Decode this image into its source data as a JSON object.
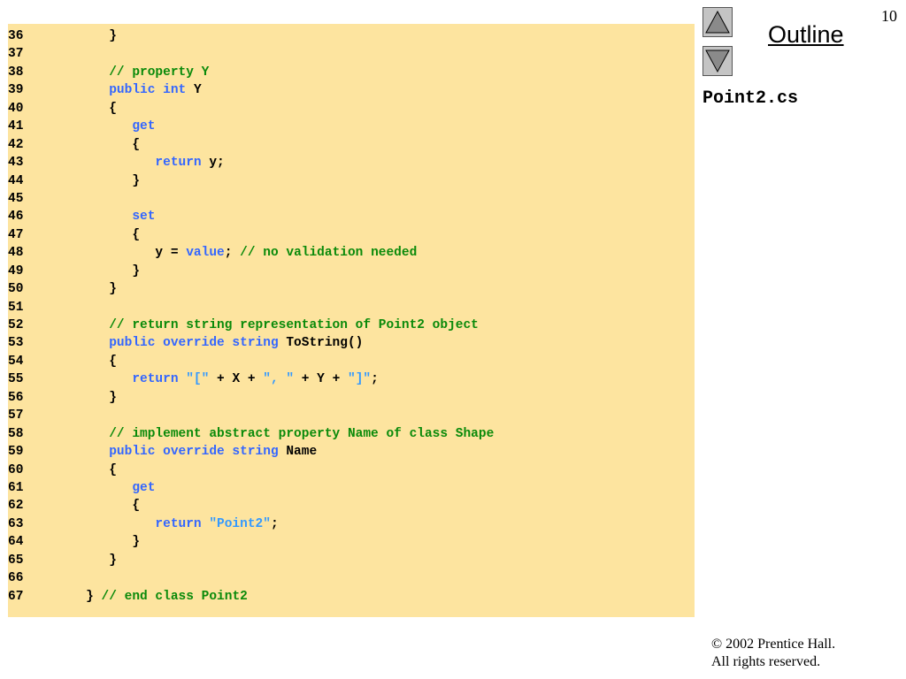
{
  "slide": {
    "number": "10",
    "outline_label": "Outline",
    "file_name": "Point2.cs",
    "copyright_line1": "© 2002 Prentice Hall.",
    "copyright_line2": "All rights reserved.",
    "nav": {
      "prev_icon": "triangle-up-icon",
      "next_icon": "triangle-down-icon"
    }
  },
  "colors": {
    "code_background": "#fde49f",
    "keyword": "#3366ff",
    "comment": "#0a8a0a",
    "string": "#3399ff",
    "text": "#000000"
  },
  "code": [
    {
      "n": "36",
      "t": [
        {
          "c": "tx",
          "v": "      }"
        }
      ]
    },
    {
      "n": "37",
      "t": []
    },
    {
      "n": "38",
      "t": [
        {
          "c": "cm",
          "v": "      // property Y"
        }
      ]
    },
    {
      "n": "39",
      "t": [
        {
          "c": "kw",
          "v": "      public int "
        },
        {
          "c": "tx",
          "v": "Y"
        }
      ]
    },
    {
      "n": "40",
      "t": [
        {
          "c": "tx",
          "v": "      {"
        }
      ]
    },
    {
      "n": "41",
      "t": [
        {
          "c": "kw",
          "v": "         get"
        }
      ]
    },
    {
      "n": "42",
      "t": [
        {
          "c": "tx",
          "v": "         {"
        }
      ]
    },
    {
      "n": "43",
      "t": [
        {
          "c": "kw",
          "v": "            return "
        },
        {
          "c": "tx",
          "v": "y;"
        }
      ]
    },
    {
      "n": "44",
      "t": [
        {
          "c": "tx",
          "v": "         }"
        }
      ]
    },
    {
      "n": "45",
      "t": []
    },
    {
      "n": "46",
      "t": [
        {
          "c": "kw",
          "v": "         set"
        }
      ]
    },
    {
      "n": "47",
      "t": [
        {
          "c": "tx",
          "v": "         {"
        }
      ]
    },
    {
      "n": "48",
      "t": [
        {
          "c": "tx",
          "v": "            y = "
        },
        {
          "c": "kw",
          "v": "value"
        },
        {
          "c": "tx",
          "v": "; "
        },
        {
          "c": "cm",
          "v": "// no validation needed"
        }
      ]
    },
    {
      "n": "49",
      "t": [
        {
          "c": "tx",
          "v": "         }"
        }
      ]
    },
    {
      "n": "50",
      "t": [
        {
          "c": "tx",
          "v": "      }"
        }
      ]
    },
    {
      "n": "51",
      "t": []
    },
    {
      "n": "52",
      "t": [
        {
          "c": "cm",
          "v": "      // return string representation of Point2 object"
        }
      ]
    },
    {
      "n": "53",
      "t": [
        {
          "c": "kw",
          "v": "      public override string "
        },
        {
          "c": "tx",
          "v": "ToString()"
        }
      ]
    },
    {
      "n": "54",
      "t": [
        {
          "c": "tx",
          "v": "      {"
        }
      ]
    },
    {
      "n": "55",
      "t": [
        {
          "c": "kw",
          "v": "         return "
        },
        {
          "c": "st",
          "v": "\"[\""
        },
        {
          "c": "tx",
          "v": " + X + "
        },
        {
          "c": "st",
          "v": "\", \""
        },
        {
          "c": "tx",
          "v": " + Y + "
        },
        {
          "c": "st",
          "v": "\"]\""
        },
        {
          "c": "tx",
          "v": ";"
        }
      ]
    },
    {
      "n": "56",
      "t": [
        {
          "c": "tx",
          "v": "      }"
        }
      ]
    },
    {
      "n": "57",
      "t": []
    },
    {
      "n": "58",
      "t": [
        {
          "c": "cm",
          "v": "      // implement abstract property Name of class Shape"
        }
      ]
    },
    {
      "n": "59",
      "t": [
        {
          "c": "kw",
          "v": "      public override string "
        },
        {
          "c": "tx",
          "v": "Name"
        }
      ]
    },
    {
      "n": "60",
      "t": [
        {
          "c": "tx",
          "v": "      {"
        }
      ]
    },
    {
      "n": "61",
      "t": [
        {
          "c": "kw",
          "v": "         get"
        }
      ]
    },
    {
      "n": "62",
      "t": [
        {
          "c": "tx",
          "v": "         {"
        }
      ]
    },
    {
      "n": "63",
      "t": [
        {
          "c": "kw",
          "v": "            return "
        },
        {
          "c": "st",
          "v": "\"Point2\""
        },
        {
          "c": "tx",
          "v": ";"
        }
      ]
    },
    {
      "n": "64",
      "t": [
        {
          "c": "tx",
          "v": "         }"
        }
      ]
    },
    {
      "n": "65",
      "t": [
        {
          "c": "tx",
          "v": "      }"
        }
      ]
    },
    {
      "n": "66",
      "t": []
    },
    {
      "n": "67",
      "t": [
        {
          "c": "tx",
          "v": "   } "
        },
        {
          "c": "cm",
          "v": "// end class Point2"
        }
      ]
    }
  ]
}
